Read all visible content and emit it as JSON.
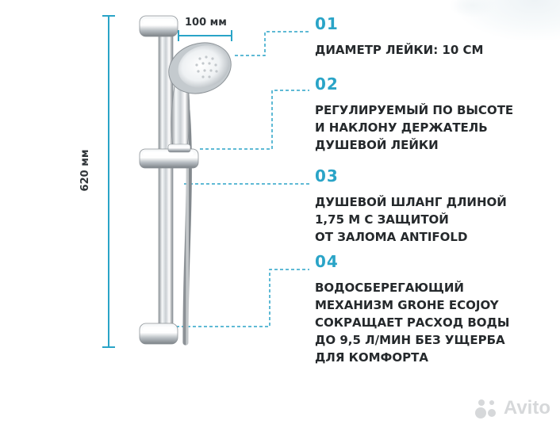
{
  "dimensions": {
    "head_diameter": "100 мм",
    "rail_length": "620 мм"
  },
  "features": [
    {
      "number": "01",
      "text": "ДИАМЕТР ЛЕЙКИ: 10 СМ"
    },
    {
      "number": "02",
      "text": "РЕГУЛИРУЕМЫЙ ПО ВЫСОТЕ\nИ НАКЛОНУ ДЕРЖАТЕЛЬ\nДУШЕВОЙ ЛЕЙКИ"
    },
    {
      "number": "03",
      "text": "ДУШЕВОЙ ШЛАНГ ДЛИНОЙ\n1,75 М С ЗАЩИТОЙ\nОТ ЗАЛОМА ANTIFOLD"
    },
    {
      "number": "04",
      "text": "ВОДОСБЕРЕГАЮЩИЙ\nМЕХАНИЗМ GROHE ECOJOY\nСОКРАЩАЕТ РАСХОД ВОДЫ\nДО 9,5 Л/МИН БЕЗ УЩЕРБА\nДЛЯ КОМФОРТА"
    }
  ],
  "colors": {
    "accent": "#2aa4c7",
    "text": "#25292c",
    "chrome_light": "#f4f6f7",
    "chrome_dark": "#7c8287"
  },
  "watermark": {
    "icon": "avito-dots-icon",
    "text": "Avito"
  }
}
